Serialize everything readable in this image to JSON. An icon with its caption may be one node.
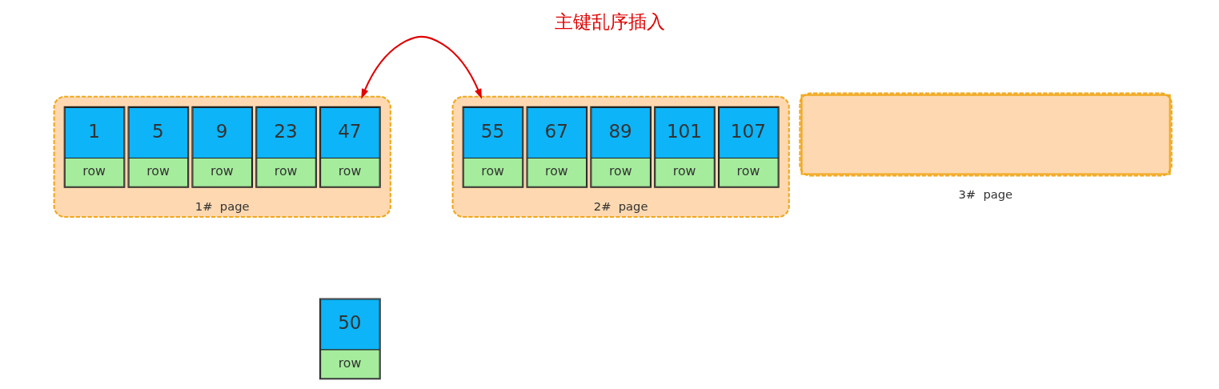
{
  "diagram": {
    "title": "主键乱序插入",
    "nodes": [
      {
        "text": [],
        "shape": "box",
        "beside": [
          "1#  page"
        ]
      },
      {
        "text": [
          "1",
          "row"
        ],
        "in": 0
      },
      {
        "text": [
          "5",
          "row"
        ],
        "in": 0
      },
      {
        "text": [
          "9",
          "row"
        ],
        "in": 0
      },
      {
        "text": [
          "23",
          "row"
        ],
        "in": 0
      },
      {
        "text": [
          "47",
          "row"
        ],
        "in": 0
      },
      {
        "text": [],
        "shape": "box",
        "beside": [
          "2#  page"
        ]
      },
      {
        "text": [
          "55",
          "row"
        ],
        "in": 6
      },
      {
        "text": [
          "67",
          "row"
        ],
        "in": 6
      },
      {
        "text": [
          "89",
          "row"
        ],
        "in": 6
      },
      {
        "text": [
          "101",
          "row"
        ],
        "in": 6
      },
      {
        "text": [
          "107",
          "row"
        ],
        "in": 6
      },
      {
        "text": [],
        "shape": "box",
        "beside": [
          "3#  page"
        ]
      },
      {
        "text": [
          "50",
          "row"
        ]
      }
    ],
    "edges": [
      {
        "from": 0,
        "to": 6,
        "arrow": "both",
        "color": "#e00000"
      }
    ]
  }
}
